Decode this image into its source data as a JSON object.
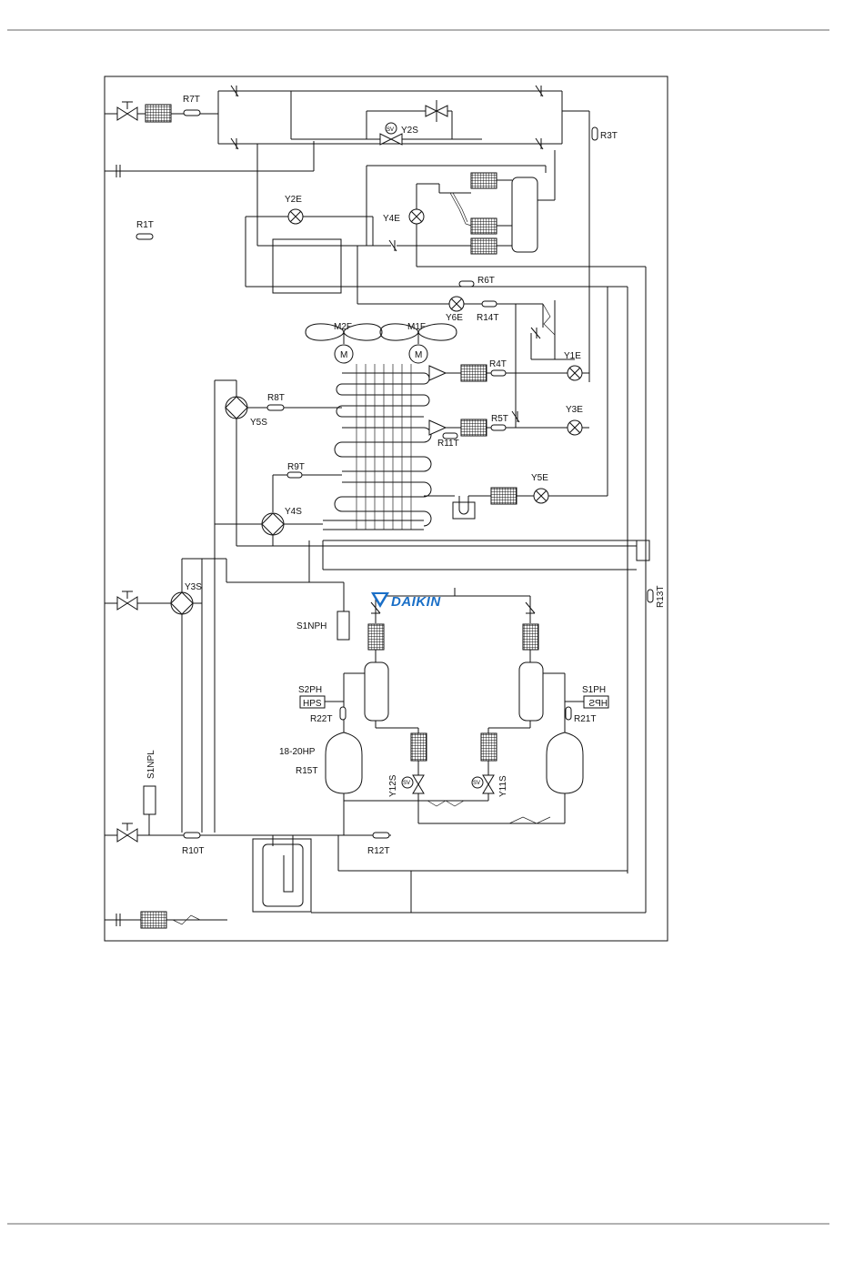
{
  "labels": {
    "r7t": "R7T",
    "r3t": "R3T",
    "r1t": "R1T",
    "y2e": "Y2E",
    "y2s": "Y2S",
    "y4e": "Y4E",
    "r6t": "R6T",
    "y6e": "Y6E",
    "r14t": "R14T",
    "m2f": "M2F",
    "m1f": "M1F",
    "r4t": "R4T",
    "y1e": "Y1E",
    "r8t": "R8T",
    "y5s": "Y5S",
    "r5t": "R5T",
    "y3e": "Y3E",
    "r11t": "R11T",
    "r9t": "R9T",
    "y5e": "Y5E",
    "y4s": "Y4S",
    "y3s": "Y3S",
    "r13t": "R13T",
    "s1nph": "S1NPH",
    "s2ph": "S2PH",
    "hps_left": "HPS",
    "r22t": "R22T",
    "s1ph": "S1PH",
    "hps_right": "HPS",
    "r21t": "R21T",
    "hp_range": "18-20HP",
    "r15t": "R15T",
    "y12s": "Y12S",
    "y11s": "Y11S",
    "s1npl": "S1NPL",
    "r10t": "R10T",
    "r12t": "R12T",
    "sv": "SV",
    "motor": "M"
  },
  "footer": {
    "brand": "DAIKIN"
  },
  "colors": {
    "line": "#111111",
    "brand": "#1a6fc7"
  }
}
